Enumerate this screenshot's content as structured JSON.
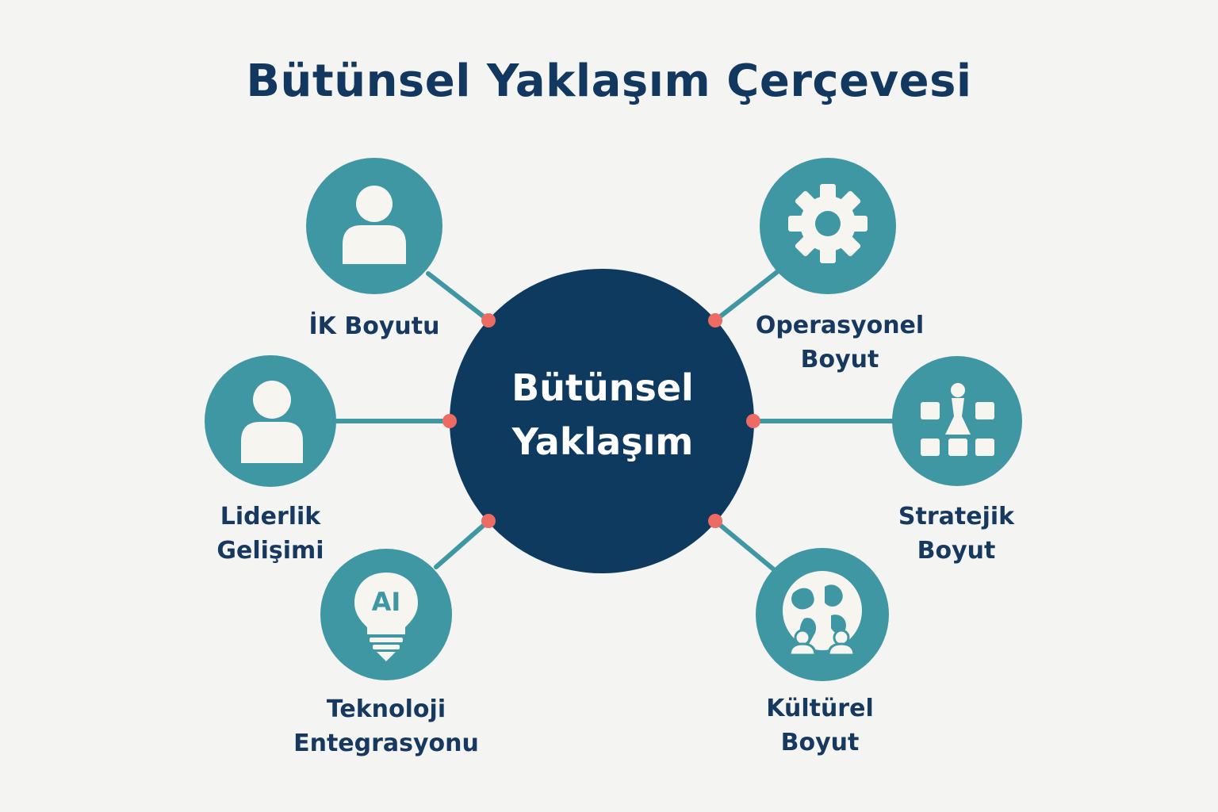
{
  "title": "Bütünsel Yaklaşım Çerçevesi",
  "center": {
    "line1": "Bütünsel",
    "line2": "Yaklaşım"
  },
  "nodes": [
    {
      "id": "ik",
      "line1": "İK Boyutu",
      "line2": "",
      "icon": "person-icon"
    },
    {
      "id": "liderlik",
      "line1": "Liderlik",
      "line2": "Gelişimi",
      "icon": "person-icon"
    },
    {
      "id": "teknoloji",
      "line1": "Teknoloji",
      "line2": "Entegrasyonu",
      "icon": "ai-lightbulb-icon"
    },
    {
      "id": "operasyonel",
      "line1": "Operasyonel",
      "line2": "Boyut",
      "icon": "gear-icon"
    },
    {
      "id": "stratejik",
      "line1": "Stratejik",
      "line2": "Boyut",
      "icon": "chess-pawn-icon"
    },
    {
      "id": "kulturel",
      "line1": "Kültürel",
      "line2": "Boyut",
      "icon": "globe-people-icon"
    }
  ],
  "colors": {
    "background": "#f4f4f3",
    "center_fill": "#0f3a5f",
    "node_fill": "#3f97a4",
    "connector": "#3f97a4",
    "dot": "#ec6b63",
    "text": "#17395f",
    "icon": "#f7f5ef"
  }
}
